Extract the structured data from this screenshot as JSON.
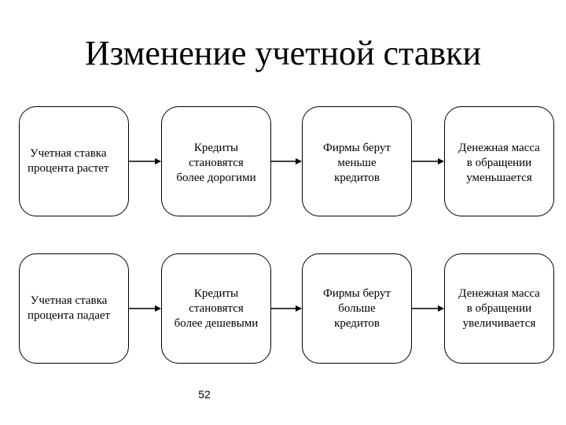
{
  "title": "Изменение учетной ставки",
  "rows": [
    {
      "cells": [
        "Учетная ставка\nпроцента растет",
        "Кредиты\nстановятся\nболее дорогими",
        "Фирмы берут\nменьше\nкредитов",
        "Денежная масса\nв обращении\nуменьшается"
      ]
    },
    {
      "cells": [
        "Учетная ставка\nпроцента падает",
        "Кредиты\nстановятся\nболее дешевыми",
        "Фирмы берут\nбольше\nкредитов",
        "Денежная масса\nв обращении\nувеличивается"
      ]
    }
  ],
  "page_number": "52"
}
